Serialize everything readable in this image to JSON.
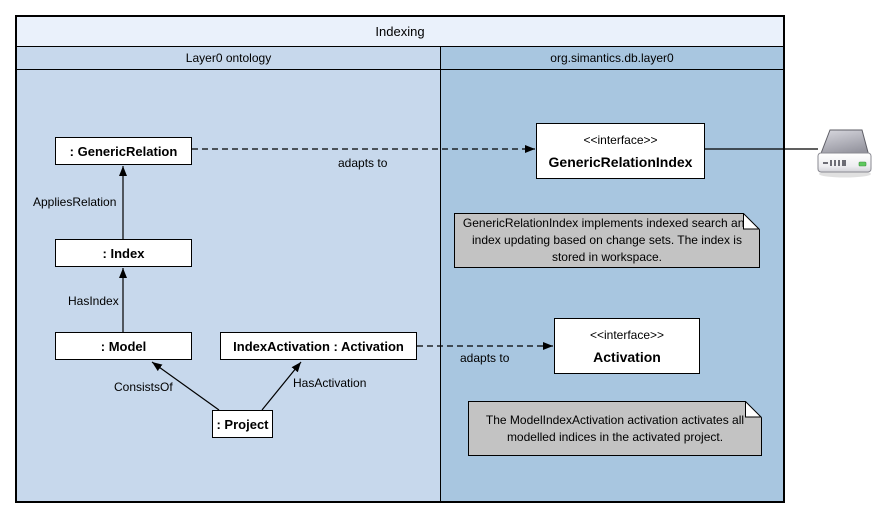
{
  "frame": {
    "title": "Indexing",
    "columns": [
      {
        "header": "Layer0 ontology"
      },
      {
        "header": "org.simantics.db.layer0"
      }
    ]
  },
  "nodes": {
    "generic_relation": {
      "label": ": GenericRelation"
    },
    "index": {
      "label": ": Index"
    },
    "model": {
      "label": ": Model"
    },
    "index_activation": {
      "label": "IndexActivation : Activation"
    },
    "project": {
      "label": ": Project"
    },
    "generic_relation_index": {
      "stereotype": "<<interface>>",
      "name": "GenericRelationIndex"
    },
    "activation": {
      "stereotype": "<<interface>>",
      "name": "Activation"
    }
  },
  "edges": {
    "applies_relation": {
      "label": "AppliesRelation",
      "style": "solid-arrow"
    },
    "has_index": {
      "label": "HasIndex",
      "style": "solid-arrow"
    },
    "consists_of": {
      "label": "ConsistsOf",
      "style": "solid-arrow"
    },
    "has_activation": {
      "label": "HasActivation",
      "style": "solid-arrow"
    },
    "adapts_to_top": {
      "label": "adapts to",
      "style": "dashed-arrow"
    },
    "adapts_to_bottom": {
      "label": "adapts to",
      "style": "dashed-arrow"
    },
    "storage_link": {
      "label": "",
      "style": "solid-line"
    }
  },
  "notes": {
    "note1": {
      "text": "GenericRelationIndex implements indexed search and index updating based on change sets. The index is stored in workspace."
    },
    "note2": {
      "text": "The ModelIndexActivation activation activates all modelled indices in the activated project."
    }
  },
  "icons": {
    "disk": {
      "name": "hard-disk-icon"
    }
  },
  "colors": {
    "title_bg": "#eaf1fb",
    "left_bg": "#c7d8ec",
    "right_bg": "#a8c6e0",
    "node_bg": "#ffffff",
    "note_bg": "#c3c3c3",
    "ink": "#000000",
    "disk_led": "#5ec95e"
  }
}
